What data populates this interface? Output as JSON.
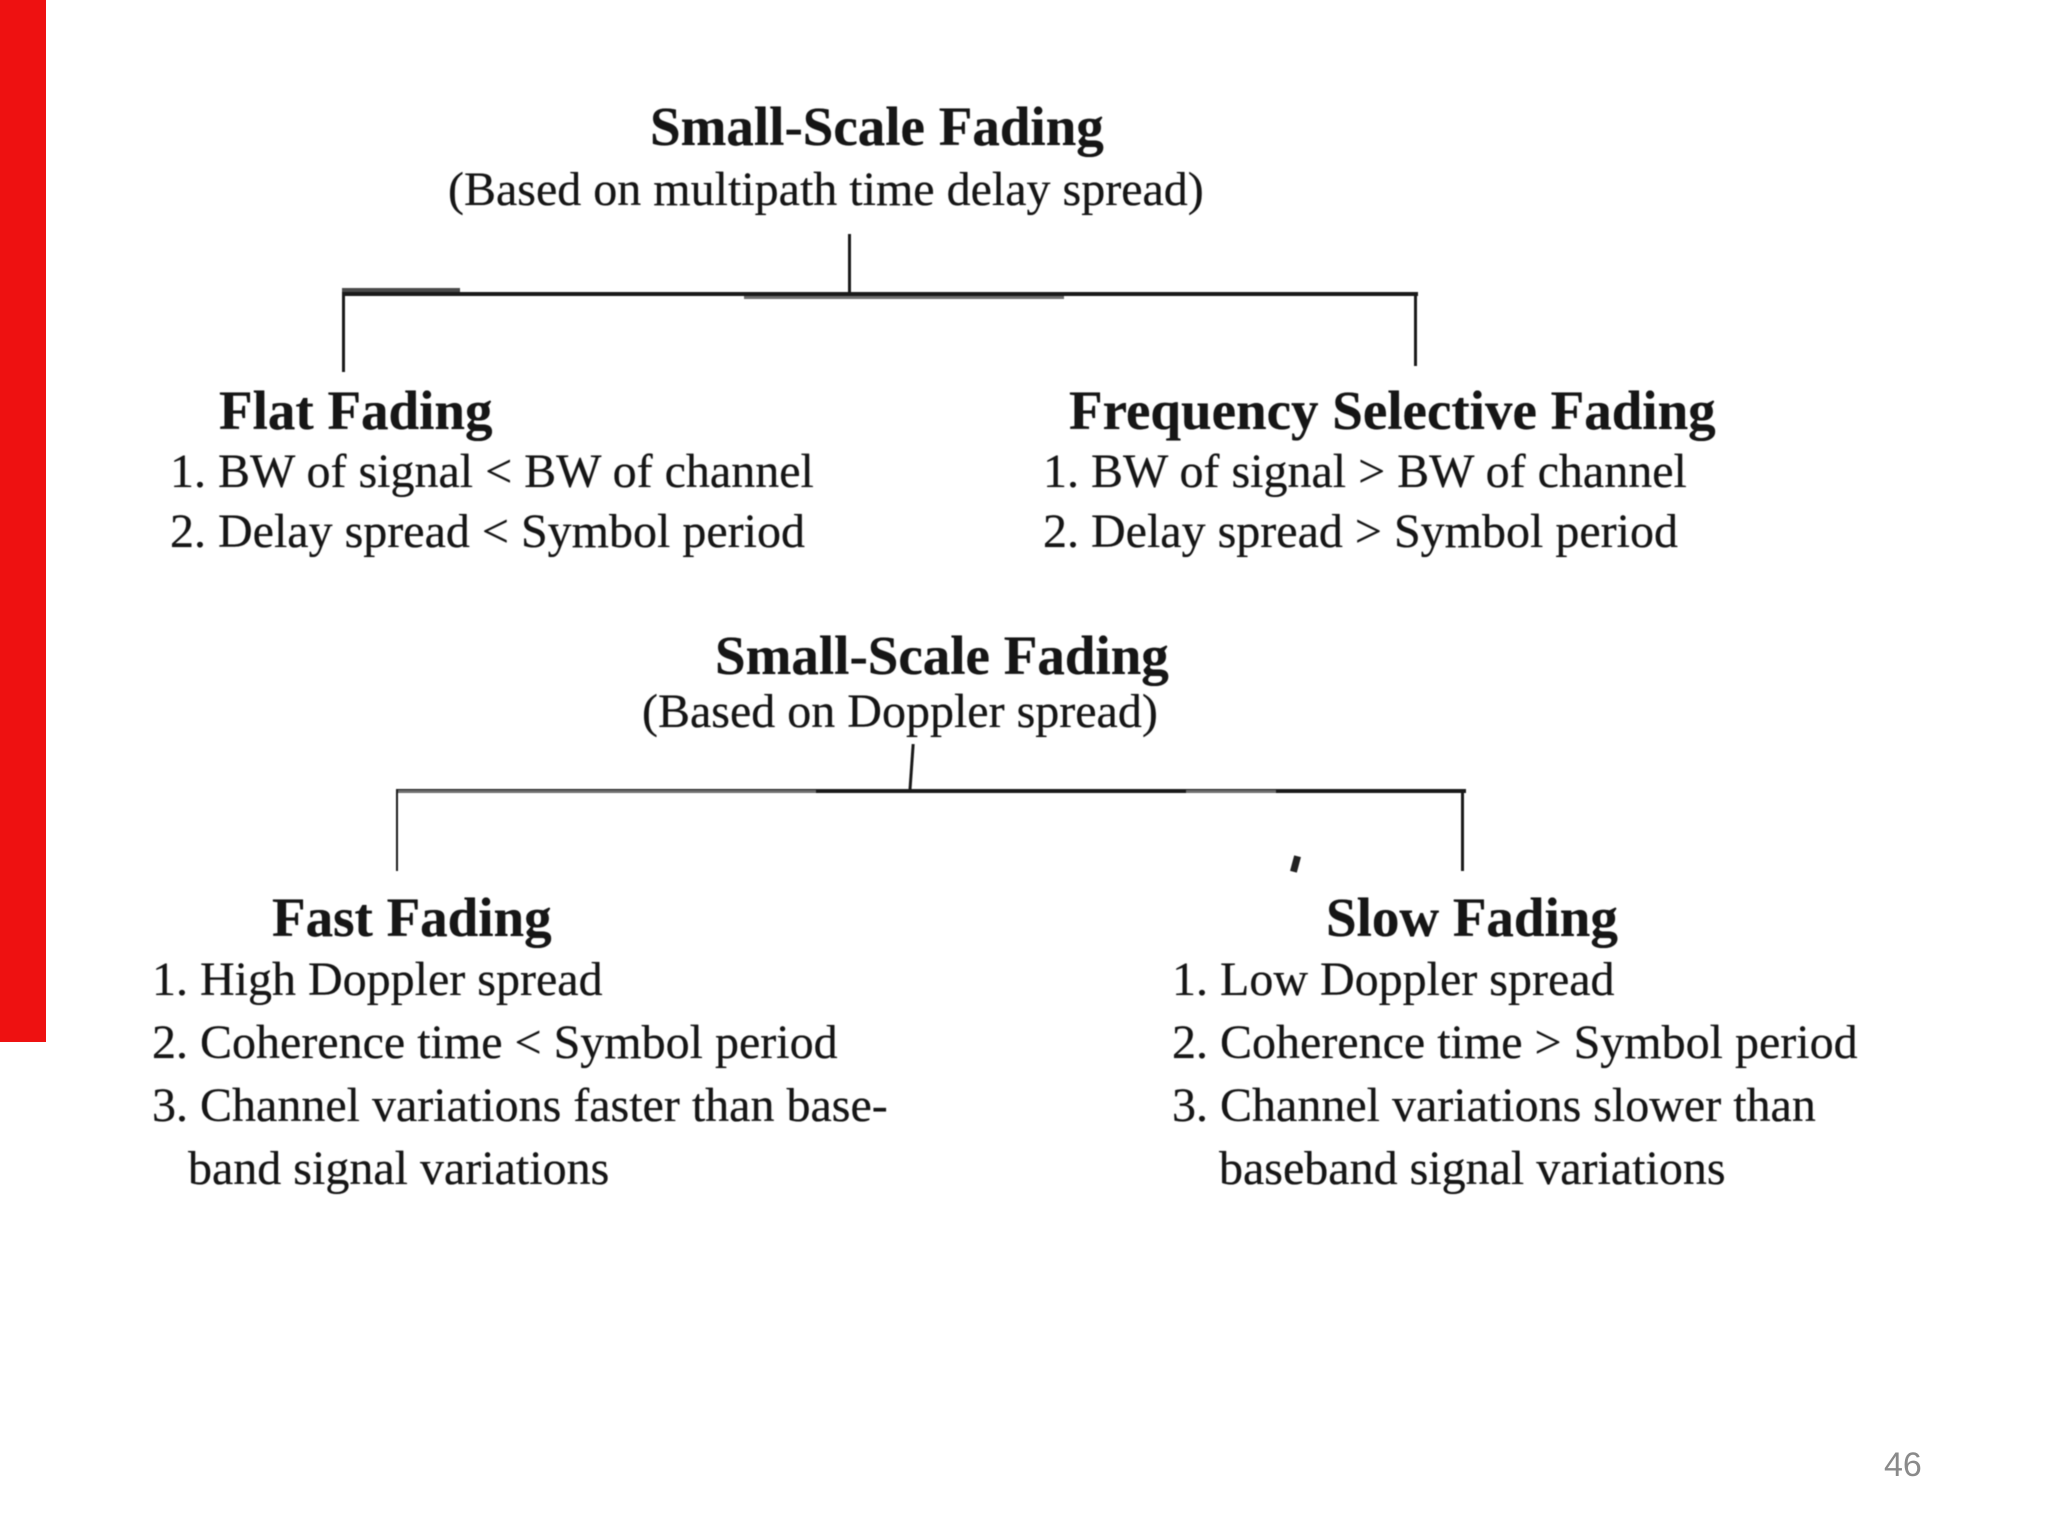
{
  "accent": {
    "bar_color": "#ee1111"
  },
  "diagram": {
    "tree1": {
      "title": "Small-Scale Fading",
      "subtitle": "(Based on multipath time delay spread)",
      "left": {
        "heading": "Flat Fading",
        "items": [
          "1. BW of signal < BW of channel",
          "2. Delay spread < Symbol period"
        ]
      },
      "right": {
        "heading": "Frequency Selective Fading",
        "items": [
          "1. BW of signal > BW of channel",
          "2. Delay spread > Symbol period"
        ]
      }
    },
    "tree2": {
      "title": "Small-Scale Fading",
      "subtitle": "(Based on Doppler spread)",
      "left": {
        "heading": "Fast Fading",
        "items": [
          "1. High Doppler spread",
          "2. Coherence time < Symbol period",
          "3. Channel variations faster than base-"
        ],
        "continuation": "band signal variations"
      },
      "right": {
        "heading": "Slow Fading",
        "items": [
          "1. Low Doppler spread",
          "2. Coherence time > Symbol period",
          "3. Channel variations slower than"
        ],
        "continuation": "baseband signal variations"
      }
    }
  },
  "footer": {
    "page_number": "46"
  }
}
